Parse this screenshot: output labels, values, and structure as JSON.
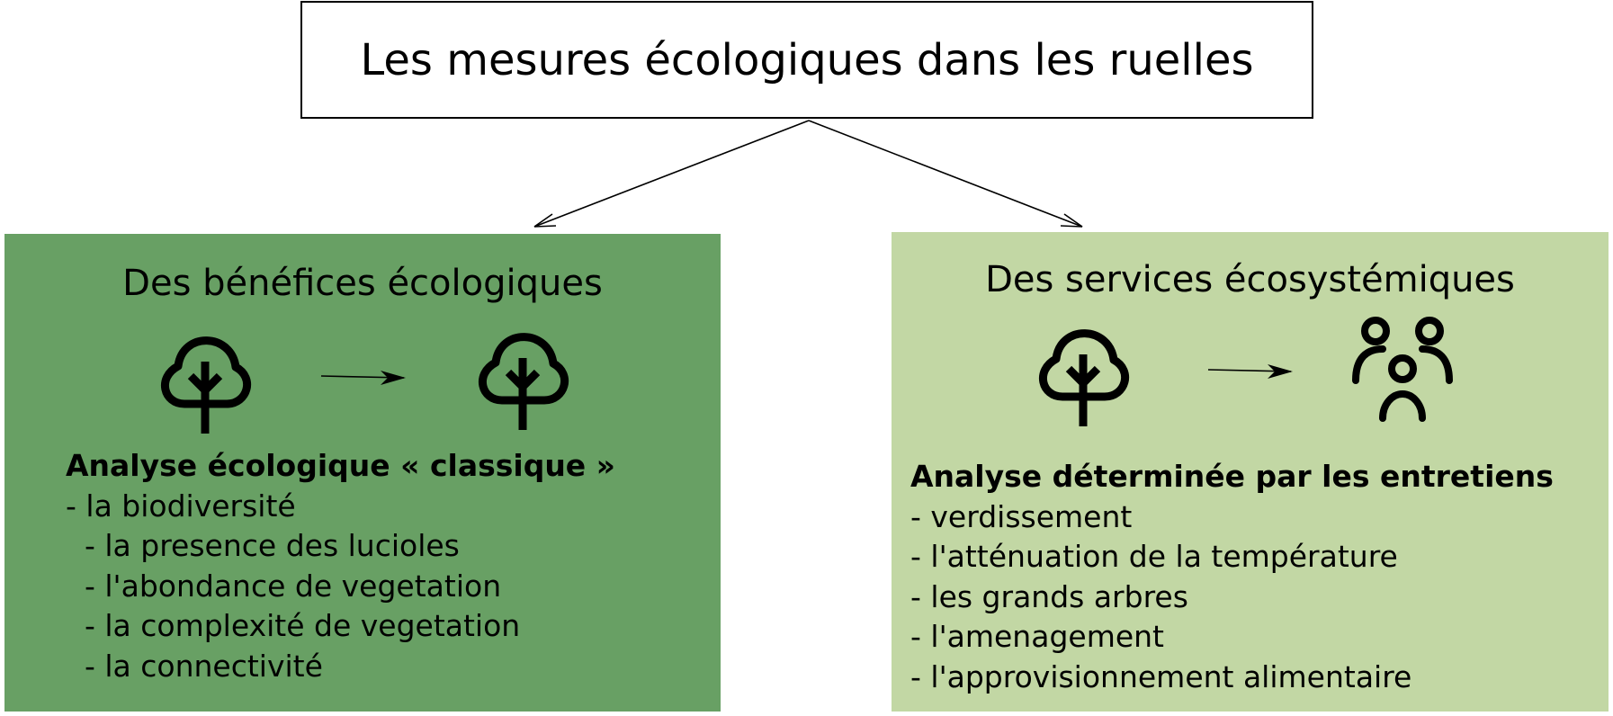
{
  "title": "Les mesures écologiques dans les ruelles",
  "left": {
    "heading": "Des bénéfices écologiques",
    "color": "#68a064",
    "icons": [
      "tree-icon",
      "tree-icon"
    ],
    "analysis_title": "Analyse écologique « classique »",
    "items": [
      "- la biodiversité",
      "  - la presence des lucioles",
      "  - l'abondance de vegetation",
      "  - la complexité de vegetation",
      "  - la connectivité"
    ]
  },
  "right": {
    "heading": "Des services écosystémiques",
    "color": "#c2d7a4",
    "icons": [
      "tree-icon",
      "people-icon"
    ],
    "analysis_title": "Analyse déterminée par les entretiens",
    "items": [
      "- verdissement",
      "- l'atténuation de la température",
      "- les grands arbres",
      "- l'amenagement",
      "- l'approvisionnement alimentaire"
    ]
  }
}
